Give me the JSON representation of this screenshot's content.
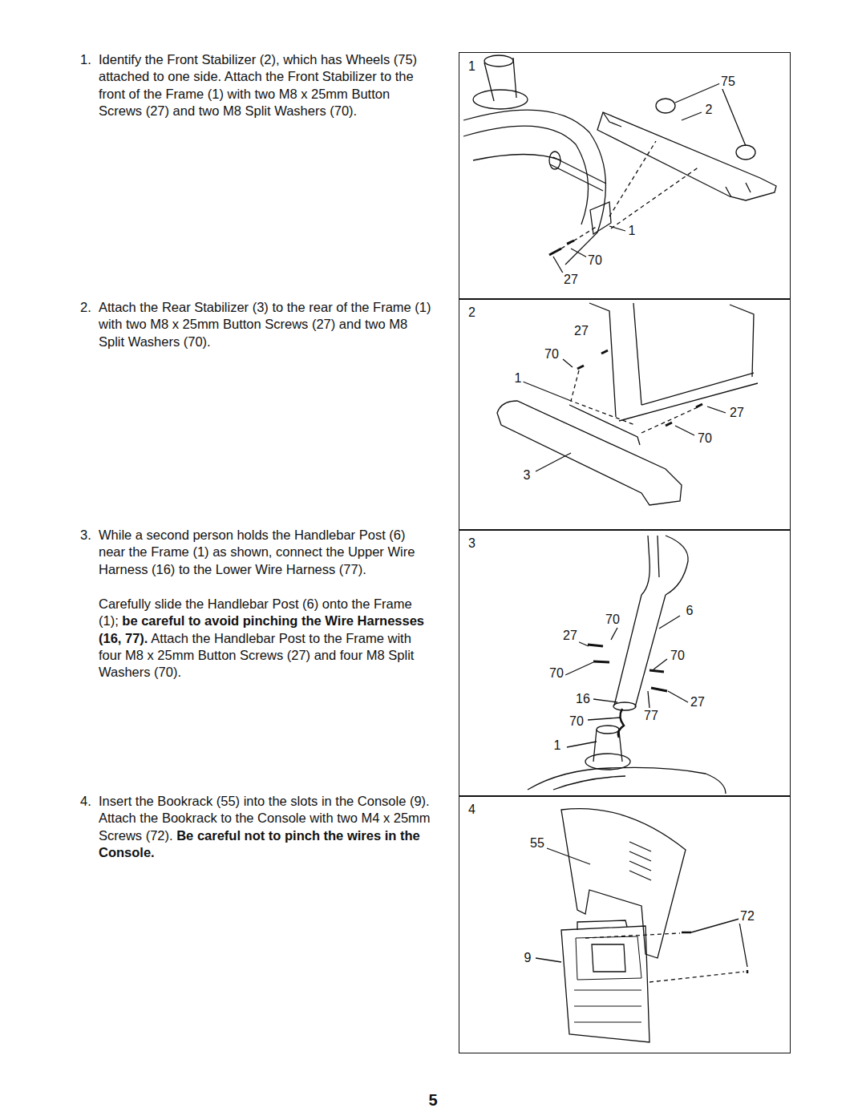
{
  "diagram": {
    "nodes": [
      {
        "text": [
          "1"
        ]
      },
      {
        "text": [
          "2"
        ]
      },
      {
        "text": [
          "3"
        ]
      },
      {
        "text": [
          "4"
        ]
      }
    ],
    "labels": [
      "1.",
      "Identify the Front Stabilizer (2), which has Wheels (75) attached to one side. Attach the Front Stabilizer to the front of the Frame (1) with two M8 x 25mm Button Screws (27) and two M8 Split Washers (70).",
      "2.",
      "Attach the Rear Stabilizer (3) to the rear of the Frame (1) with two M8 x 25mm Button Screws (27) and two M8 Split Washers (70).",
      "3.",
      "While a second person holds the Handlebar Post (6) near the Frame (1) as shown, connect the Upper Wire Harness (16) to the Lower Wire Harness (77).",
      "Carefully slide the Handlebar Post (6) onto the Frame (1);",
      "be careful to avoid pinching the Wire Harnesses (16, 77).",
      "Attach the Handlebar Post to the Frame with four M8 x 25mm Button Screws (27) and four M8 Split Washers (70).",
      "4.",
      "Insert the Bookrack (55) into the slots in the Console (9). Attach the Bookrack to the Console with two M4 x 25mm Screws (72).",
      "Be careful not to pinch the wires in the Console.",
      "75",
      "2",
      "1",
      "70",
      "27",
      "27",
      "70",
      "1",
      "27",
      "70",
      "3",
      "6",
      "70",
      "27",
      "70",
      "70",
      "16",
      "27",
      "77",
      "70",
      "1",
      "55",
      "72",
      "9",
      "5"
    ]
  }
}
